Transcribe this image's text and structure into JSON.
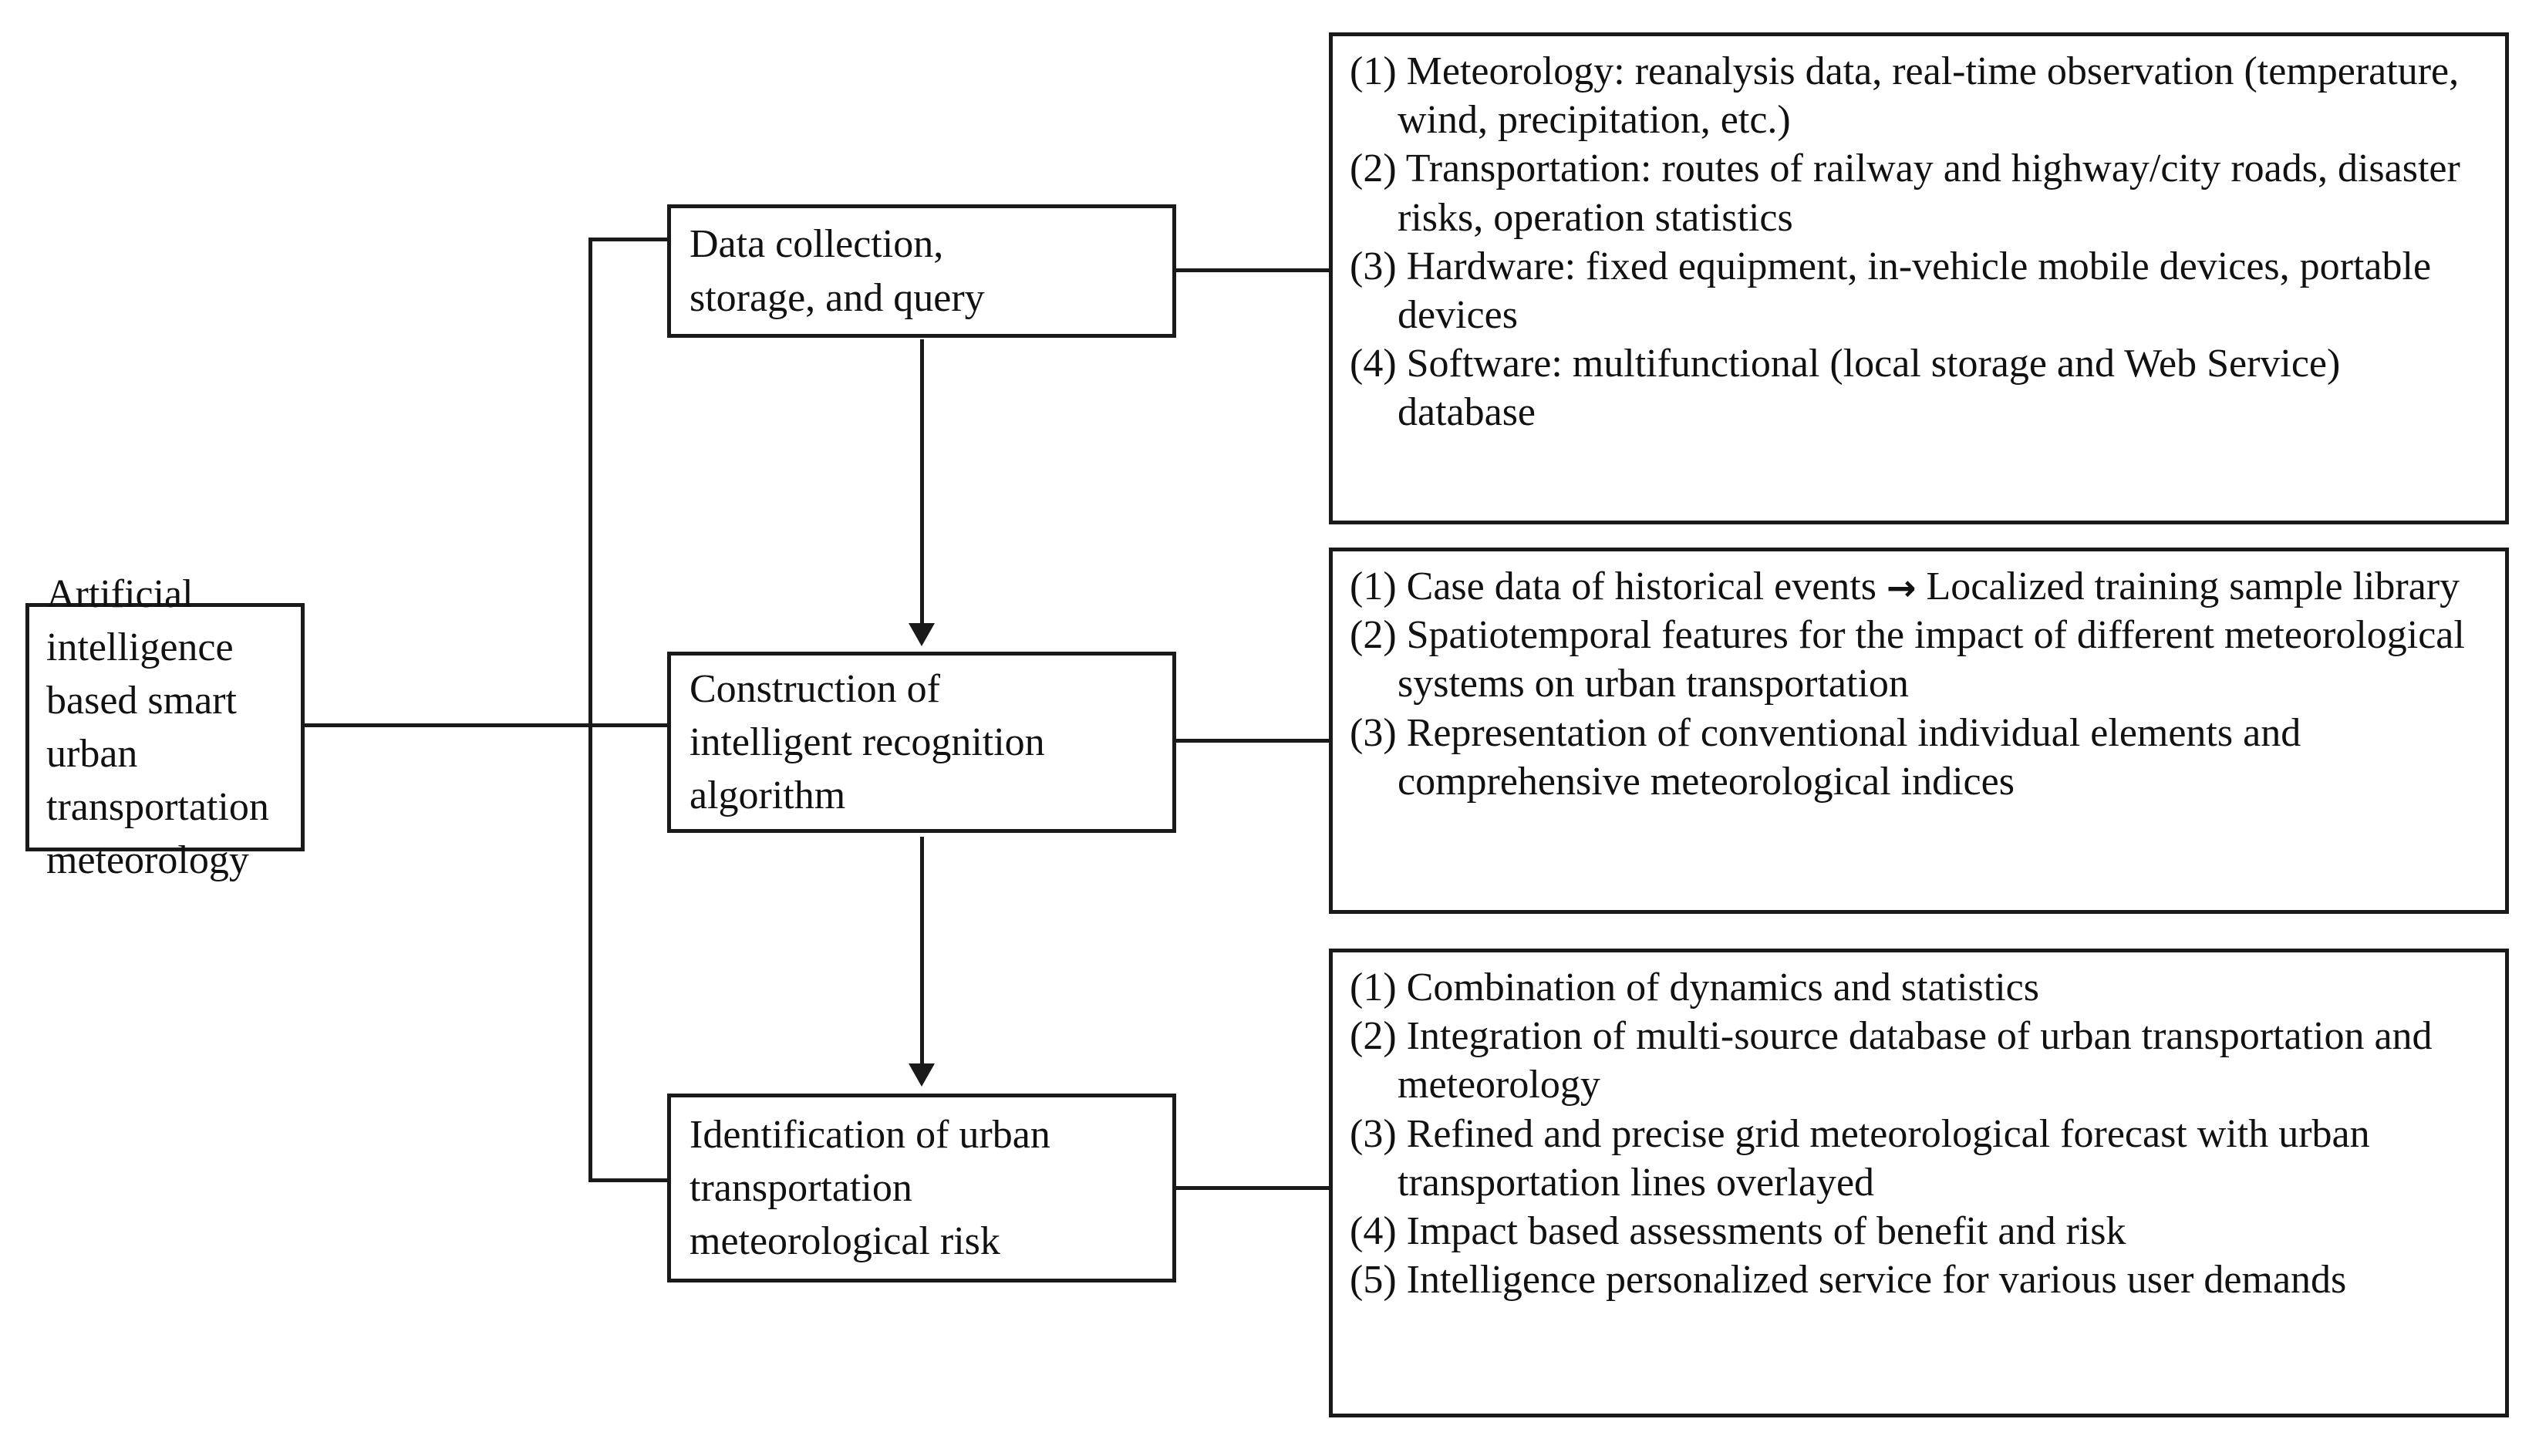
{
  "diagram": {
    "root": {
      "label": "Artificial intelligence\nbased smart urban\ntransportation\nmeteorology"
    },
    "stages": [
      {
        "label": "Data collection,\nstorage, and query"
      },
      {
        "label": "Construction of\nintelligent recognition\nalgorithm"
      },
      {
        "label": "Identification of urban\ntransportation\nmeteorological risk"
      }
    ],
    "details": [
      {
        "items": [
          "(1) Meteorology: reanalysis data, real-time observation (temperature, wind, precipitation, etc.)",
          "(2) Transportation: routes of railway and highway/city roads, disaster risks, operation statistics",
          "(3) Hardware: fixed equipment, in-vehicle mobile devices, portable devices",
          "(4) Software: multifunctional (local storage and Web Service) database"
        ]
      },
      {
        "items": [
          "(1) Case data of historical events → Localized training sample library",
          "(2) Spatiotemporal features for the impact of different meteorological systems on urban transportation",
          "(3) Representation of conventional individual elements and comprehensive meteorological indices"
        ]
      },
      {
        "items": [
          "(1) Combination of dynamics and statistics",
          "(2) Integration of multi-source database of urban transportation and meteorology",
          "(3) Refined and precise grid meteorological forecast with urban transportation lines overlayed",
          "(4) Impact based assessments of benefit and risk",
          "(5) Intelligence personalized service for various user demands"
        ]
      }
    ],
    "colors": {
      "line": "#1a1a1a",
      "text": "#111111",
      "background": "#ffffff"
    }
  }
}
